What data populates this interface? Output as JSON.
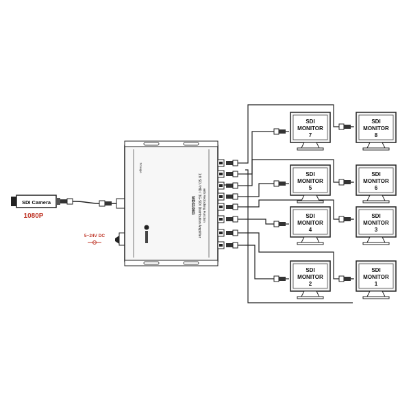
{
  "camera": {
    "label": "SDI Camera",
    "resolution": "1080P"
  },
  "power": {
    "label": "5~24V DC"
  },
  "device": {
    "model": "MD3108G",
    "title": "1:8 SD / HD / 3G-SDI Distribution Amplifier",
    "subtitle": "with Reclocking Function",
    "side_text": "Scoupe"
  },
  "monitors": [
    {
      "line1": "SDI",
      "line2": "MONITOR",
      "number": "7"
    },
    {
      "line1": "SDI",
      "line2": "MONITOR",
      "number": "8"
    },
    {
      "line1": "SDI",
      "line2": "MONITOR",
      "number": "5"
    },
    {
      "line1": "SDI",
      "line2": "MONITOR",
      "number": "6"
    },
    {
      "line1": "SDI",
      "line2": "MONITOR",
      "number": "4"
    },
    {
      "line1": "SDI",
      "line2": "MONITOR",
      "number": "3"
    },
    {
      "line1": "SDI",
      "line2": "MONITOR",
      "number": "2"
    },
    {
      "line1": "SDI",
      "line2": "MONITOR",
      "number": "1"
    }
  ],
  "colors": {
    "accent_red": "#c0392b",
    "line": "#222222",
    "monitor_screen": "#f4f4f4",
    "device_body": "#f7f7f7"
  }
}
